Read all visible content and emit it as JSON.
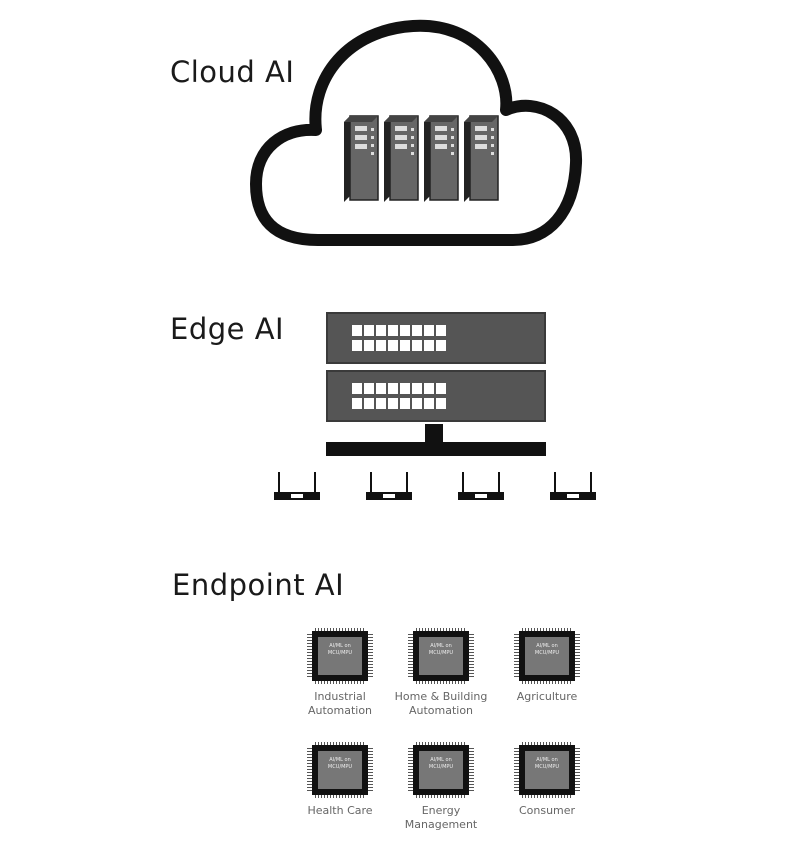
{
  "cloud": {
    "title": "Cloud AI",
    "server_count": 4,
    "server_label_line1": "≡≡",
    "server_label_line2": "≡≡"
  },
  "edge": {
    "title": "Edge AI",
    "rack_units": 2,
    "ports_per_unit": 16,
    "router_count": 4
  },
  "endpoint": {
    "title": "Endpoint AI",
    "chip_text": "AI/ML on\nMCU/MPU",
    "devices": [
      {
        "label_line1": "Industrial",
        "label_line2": "Automation"
      },
      {
        "label_line1": "Home & Building",
        "label_line2": "Automation"
      },
      {
        "label_line1": "Agriculture",
        "label_line2": ""
      },
      {
        "label_line1": "Health Care",
        "label_line2": ""
      },
      {
        "label_line1": "Energy",
        "label_line2": "Management"
      },
      {
        "label_line1": "Consumer",
        "label_line2": ""
      }
    ]
  },
  "colors": {
    "outline": "#111111",
    "server_gray": "#555555",
    "chip_die": "#777777",
    "label_gray": "#666666"
  },
  "icons": [
    "cloud-icon",
    "server-icon",
    "rack-server-icon",
    "router-icon",
    "microcontroller-chip-icon"
  ]
}
